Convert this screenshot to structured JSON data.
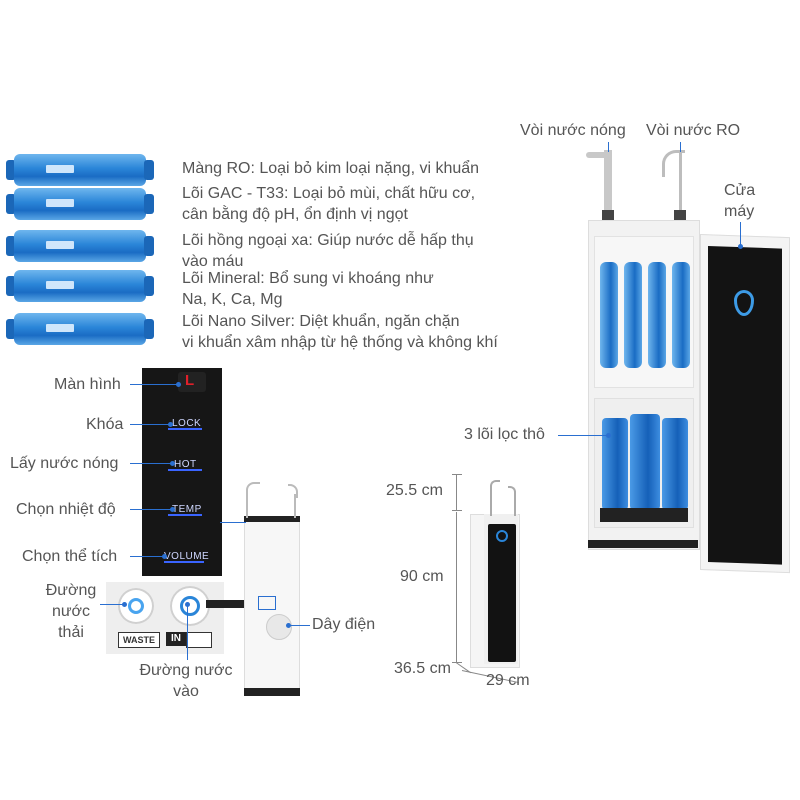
{
  "filters": [
    {
      "label_lines": [
        "Màng RO: Loại bỏ kim loại nặng, vi khuẩn"
      ]
    },
    {
      "label_lines": [
        "Lõi GAC - T33: Loại bỏ mùi, chất hữu cơ,",
        "cân bằng độ pH, ổn định vị ngọt"
      ]
    },
    {
      "label_lines": [
        "Lõi hồng ngoại xa: Giúp nước dễ hấp thụ",
        "vào máu"
      ]
    },
    {
      "label_lines": [
        "Lõi Mineral: Bổ sung vi khoáng như",
        "Na, K, Ca, Mg"
      ]
    },
    {
      "label_lines": [
        "Lõi Nano Silver: Diệt khuẩn, ngăn chặn",
        "vi khuẩn xâm nhập từ hệ thống và không khí"
      ]
    }
  ],
  "control_panel": {
    "labels": [
      "Màn hình",
      "Khóa",
      "Lấy nước nóng",
      "Chọn nhiệt độ",
      "Chọn thể tích"
    ],
    "buttons": [
      "LOCK",
      "HOT",
      "TEMP",
      "VOLUME"
    ],
    "display_value": "L"
  },
  "ports": {
    "waste_label": [
      "Đường",
      "nước",
      "thải"
    ],
    "in_label": [
      "Đường nước",
      "vào"
    ],
    "waste_tag": "WASTE",
    "in_tag": "IN",
    "power_label": "Dây điện"
  },
  "dimensions": {
    "top": "25.5 cm",
    "height": "90 cm",
    "depth": "36.5 cm",
    "width": "29 cm"
  },
  "machine": {
    "hot_tap": "Vòi nước nóng",
    "ro_tap": "Vòi nước RO",
    "door": [
      "Cửa",
      "máy"
    ],
    "pre_filters": "3 lõi lọc thô"
  },
  "colors": {
    "accent": "#2a6fd0",
    "filter_blue": "#2a85d8",
    "panel_black": "#161616",
    "panel_glow": "#3a64ff"
  }
}
